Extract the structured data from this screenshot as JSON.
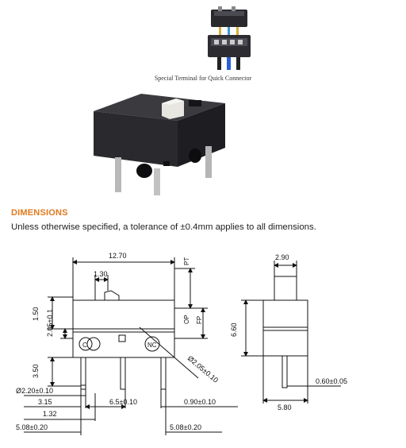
{
  "caption": "Special Terminal for Quick Connector",
  "section": {
    "heading": "DIMENSIONS",
    "note": "Unless otherwise specified, a tolerance of ±0.4mm applies to all dimensions."
  },
  "labels": {
    "c": "C",
    "nc": "NC",
    "pt": "PT",
    "op": "OP",
    "fp": "FP"
  },
  "dimensions": {
    "width_total": "12.70",
    "lever_offset": "1.30",
    "h150": "1.50",
    "h205": "2.05±0.1",
    "h350": "3.50",
    "h660": "6.60",
    "side_top": "2.90",
    "hole_dia": "Ø2.20±0.10",
    "pin_315": "3.15",
    "pin_132": "1.32",
    "pin_508_left": "5.08±0.20",
    "pitch_65": "6.5±0.10",
    "pin_090": "0.90±0.10",
    "pin_508_right": "5.08±0.20",
    "nc_hole": "Ø2.05±0.10",
    "side_pin": "0.60±0.05",
    "side_width": "5.80"
  }
}
